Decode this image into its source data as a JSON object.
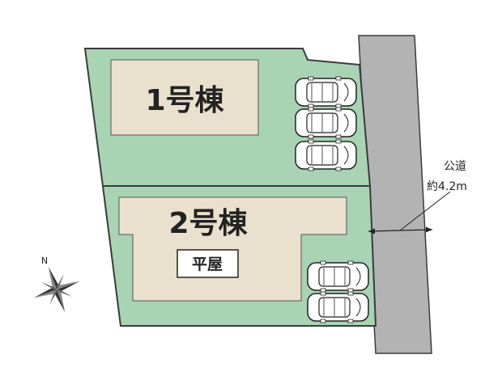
{
  "colors": {
    "lot_fill": "#a8d4b4",
    "lot_border": "#3b3b3b",
    "building_fill": "#e9e0cd",
    "road_fill": "#b3b3b3",
    "car_fill": "#ffffff",
    "line": "#222222"
  },
  "lots": [
    {
      "building_label": "1号棟",
      "parking_spaces": 3,
      "type_label": ""
    },
    {
      "building_label": "2号棟",
      "parking_spaces": 2,
      "type_label": "平屋"
    }
  ],
  "road": {
    "label": "公道",
    "width_label": "約4.2m"
  },
  "compass": {
    "north_label": "N",
    "icon": "compass-rose-icon"
  }
}
